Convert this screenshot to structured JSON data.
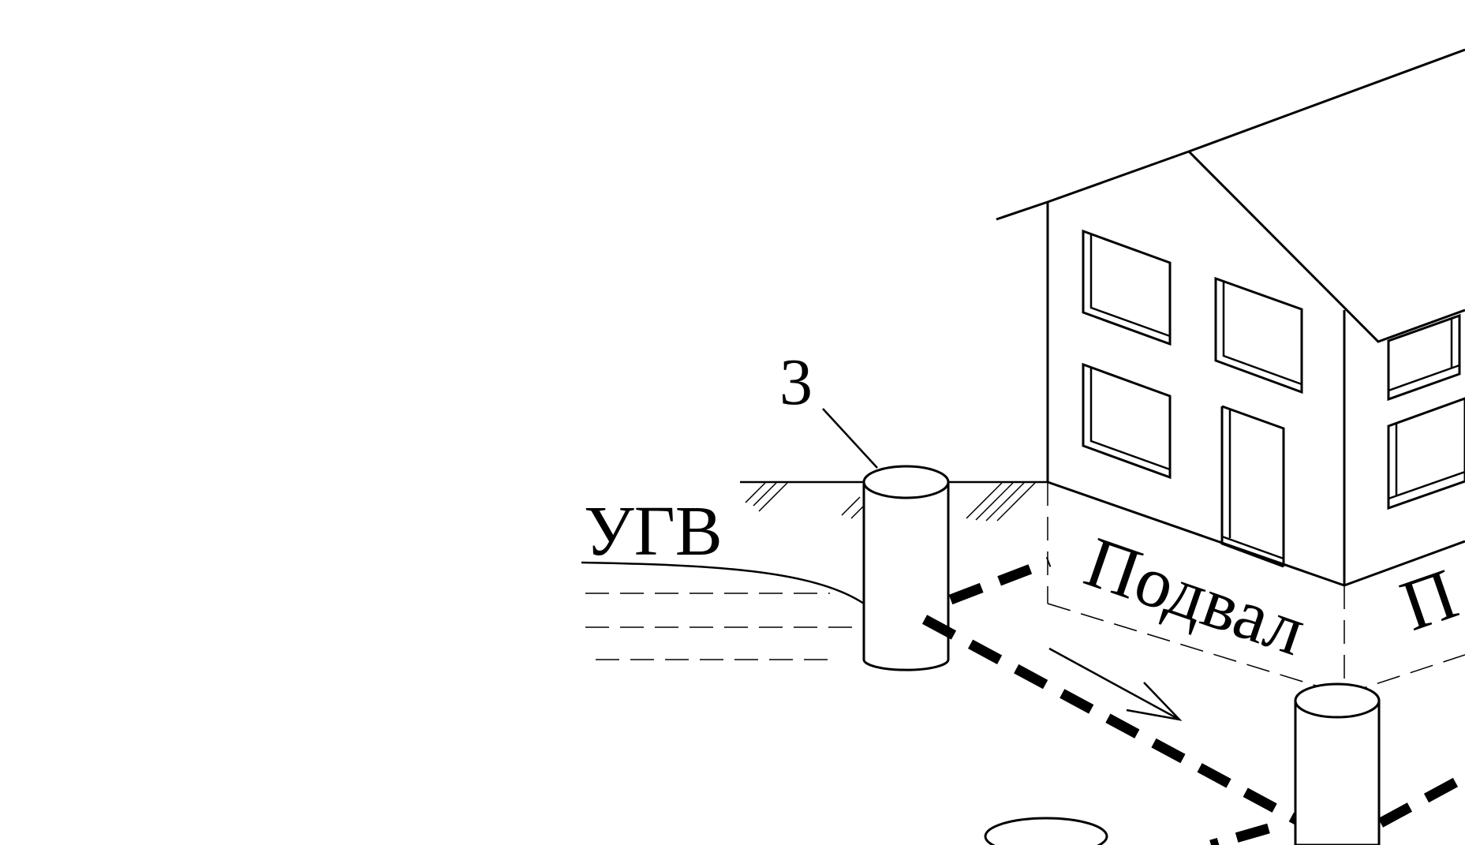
{
  "labels": {
    "well_number": "3",
    "groundwater_level": "УГВ",
    "basement_left": "Подвал",
    "basement_right_partial": "П"
  }
}
